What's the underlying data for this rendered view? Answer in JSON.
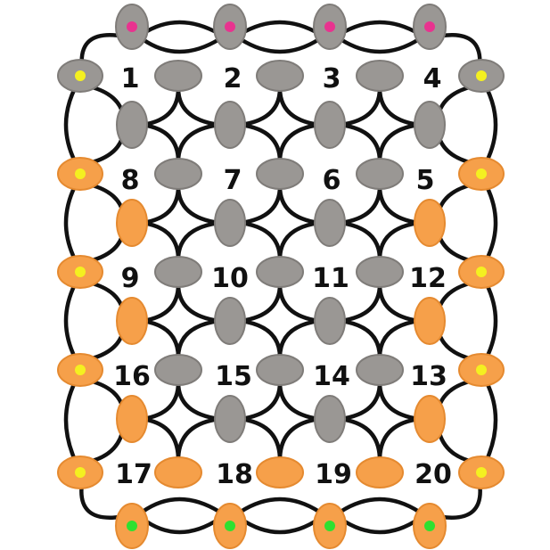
{
  "colors": {
    "background": "#ffffff",
    "thread": "#111111",
    "grey_bead": "#9a9794",
    "grey_bead_outline": "#7f7c79",
    "orange_bead": "#f6a04a",
    "orange_bead_outline": "#e58a30",
    "pink_dot": "#e8338f",
    "yellow_dot": "#f4f020",
    "green_dot": "#2fe030"
  },
  "diagram": {
    "labels": [
      "1",
      "2",
      "3",
      "4",
      "8",
      "7",
      "6",
      "5",
      "9",
      "10",
      "11",
      "12",
      "16",
      "15",
      "14",
      "13",
      "17",
      "18",
      "19",
      "20"
    ],
    "bead_rows": [
      {
        "role": "top-row",
        "color": "grey",
        "dot": "pink"
      },
      {
        "role": "row-1",
        "color": "grey",
        "dot": "yellow-edges"
      },
      {
        "role": "connector-1",
        "color": "grey"
      },
      {
        "role": "row-2",
        "color": "grey+orange-edges",
        "dot": "yellow-edges"
      },
      {
        "role": "connector-2",
        "color": "grey+orange-edges"
      },
      {
        "role": "row-3",
        "color": "grey+orange-edges",
        "dot": "yellow-edges"
      },
      {
        "role": "connector-3",
        "color": "grey+orange-edges"
      },
      {
        "role": "row-4",
        "color": "grey+orange-edges",
        "dot": "yellow-edges"
      },
      {
        "role": "connector-4",
        "color": "grey+orange-edges"
      },
      {
        "role": "row-5",
        "color": "orange",
        "dot": "yellow-edges"
      },
      {
        "role": "bottom-row",
        "color": "orange",
        "dot": "green"
      }
    ]
  }
}
